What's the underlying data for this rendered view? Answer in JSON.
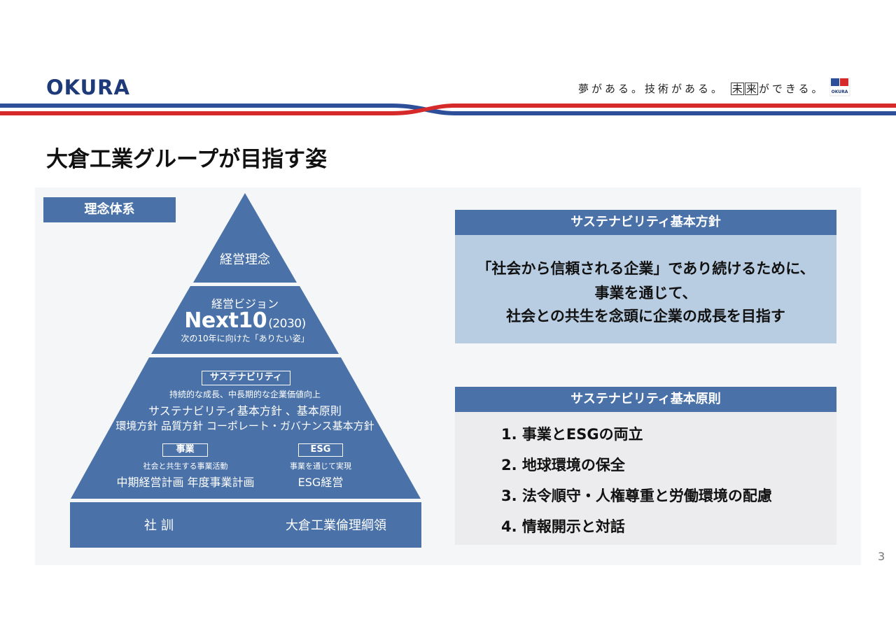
{
  "header": {
    "logo": "OKURA",
    "tagline_pre": "夢がある。技術がある。",
    "tagline_boxed1": "未",
    "tagline_boxed2": "来",
    "tagline_post": "ができる。",
    "corp_mark_text": "OKURA",
    "colors": {
      "navy": "#1f3a78",
      "red": "#d62a2a",
      "accent": "#4a72a8"
    }
  },
  "title": "大倉工業グループが目指す姿",
  "philosophy": {
    "label": "理念体系",
    "top": "経営理念",
    "vision": {
      "label": "経営ビジョン",
      "name": "Next10",
      "year": "(2030)",
      "sub": "次の10年に向けた「ありたい姿」"
    },
    "sustainability": {
      "tag": "サステナビリティ",
      "line1": "持続的な成長、中長期的な企業価値向上",
      "line2": "サステナビリティ基本方針 、基本原則",
      "line3": "環境方針 品質方針 コーポレート・ガバナンス基本方針"
    },
    "business": {
      "tag": "事業",
      "sub": "社会と共生する事業活動",
      "main": "中期経営計画 年度事業計画"
    },
    "esg": {
      "tag": "ESG",
      "sub": "事業を通じて実現",
      "main": "ESG経営"
    },
    "base": {
      "left": "社訓",
      "right": "大倉工業倫理綱領"
    }
  },
  "policy": {
    "header": "サステナビリティ基本方針",
    "lines": [
      "「社会から信頼される企業」であり続けるために、",
      "事業を通じて、",
      "社会との共生を念頭に企業の成長を目指す"
    ]
  },
  "principles": {
    "header": "サステナビリティ基本原則",
    "items": [
      "1. 事業とESGの両立",
      "2. 地球環境の保全",
      "3. 法令順守・人権尊重と労働環境の配慮",
      "4. 情報開示と対話"
    ]
  },
  "page_number": "3"
}
